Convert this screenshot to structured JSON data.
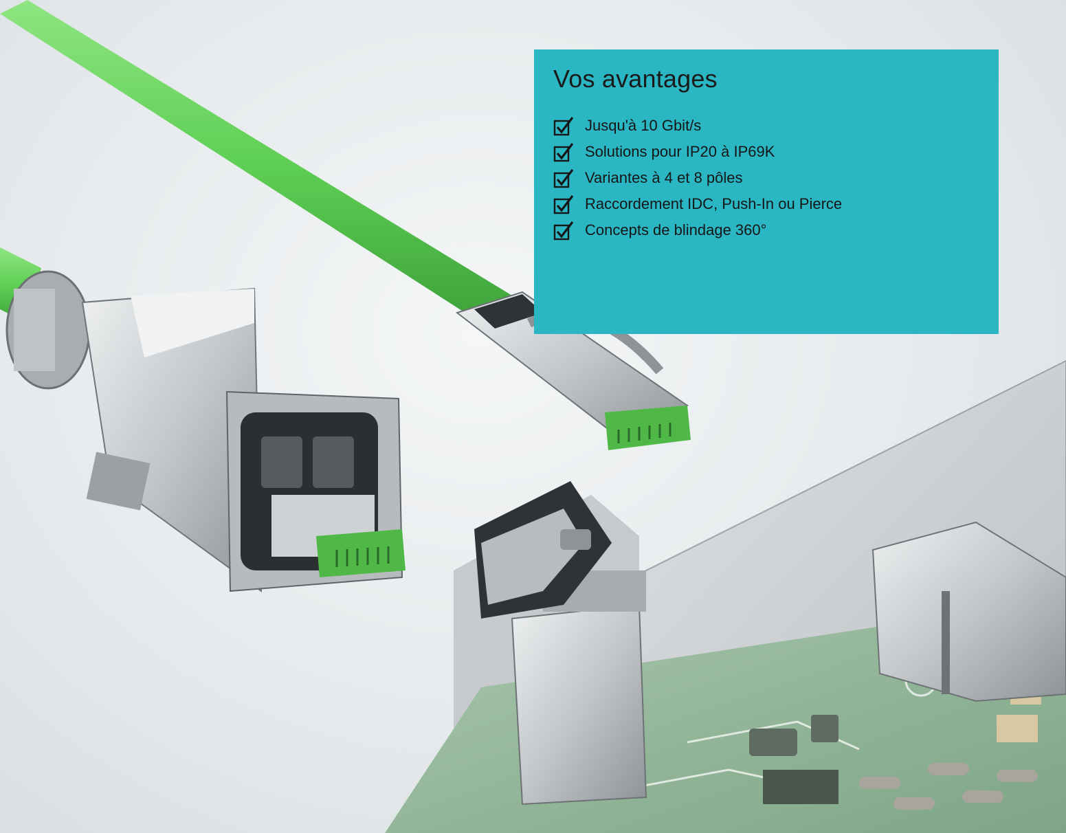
{
  "panel": {
    "title": "Vos avantages",
    "background_color": "#2bb6c3",
    "items": [
      {
        "label": "Jusqu'à 10 Gbit/s",
        "icon": "checkbox-checked-icon"
      },
      {
        "label": "Solutions pour IP20 à IP69K",
        "icon": "checkbox-checked-icon"
      },
      {
        "label": "Variantes à 4 et 8 pôles",
        "icon": "checkbox-checked-icon"
      },
      {
        "label": "Raccordement IDC, Push-In ou Pierce",
        "icon": "checkbox-checked-icon"
      },
      {
        "label": "Concepts de blindage 360°",
        "icon": "checkbox-checked-icon"
      }
    ]
  },
  "colors": {
    "cable_green": "#5fcf55",
    "connector_metal": "#c9ccce",
    "pcb_green": "#8fb596"
  }
}
